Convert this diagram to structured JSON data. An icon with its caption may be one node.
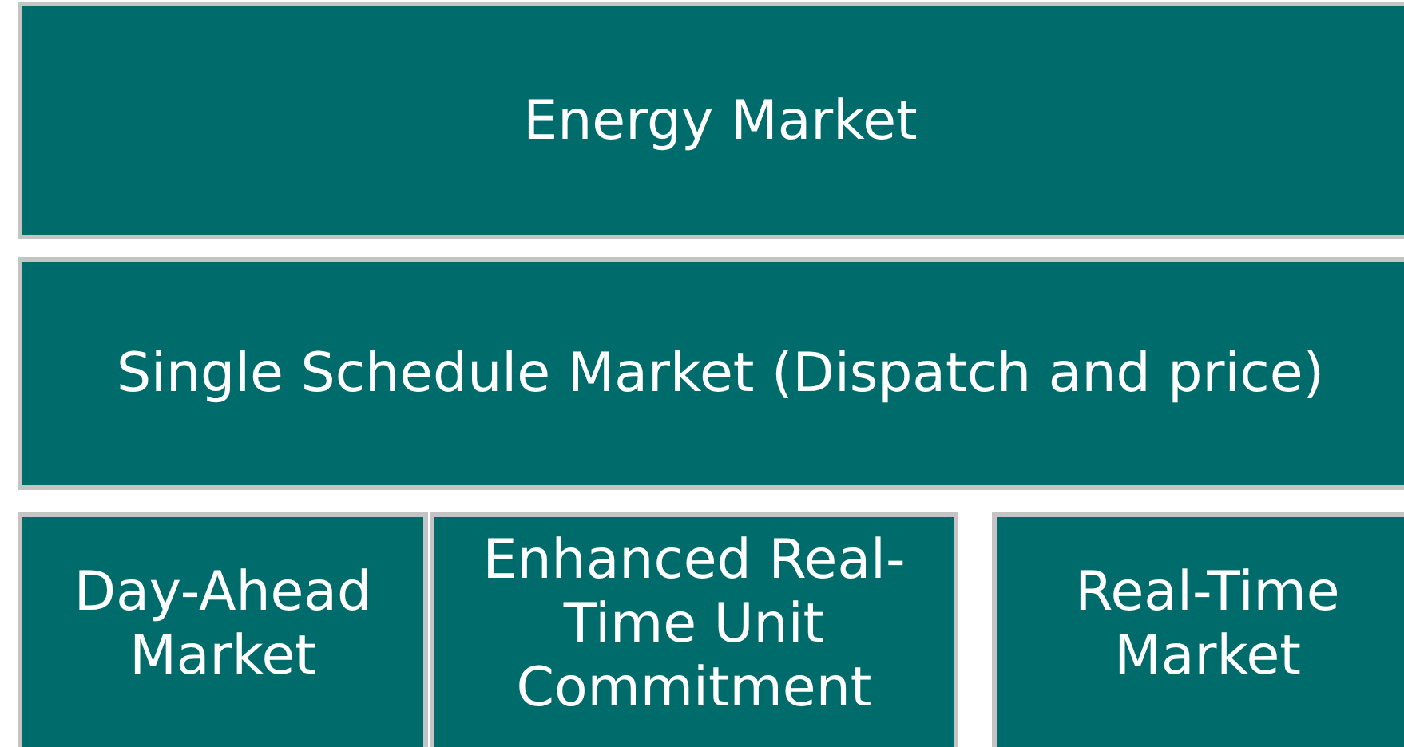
{
  "diagram": {
    "nodes": [
      {
        "text": [
          "Energy Market"
        ]
      },
      {
        "text": [
          "Single Schedule Market (Dispatch and price)"
        ]
      },
      {
        "text": [
          "Day-Ahead Market"
        ]
      },
      {
        "text": [
          "Enhanced Real-Time Unit Commitment"
        ]
      },
      {
        "text": [
          "Real-Time Market"
        ]
      }
    ]
  }
}
